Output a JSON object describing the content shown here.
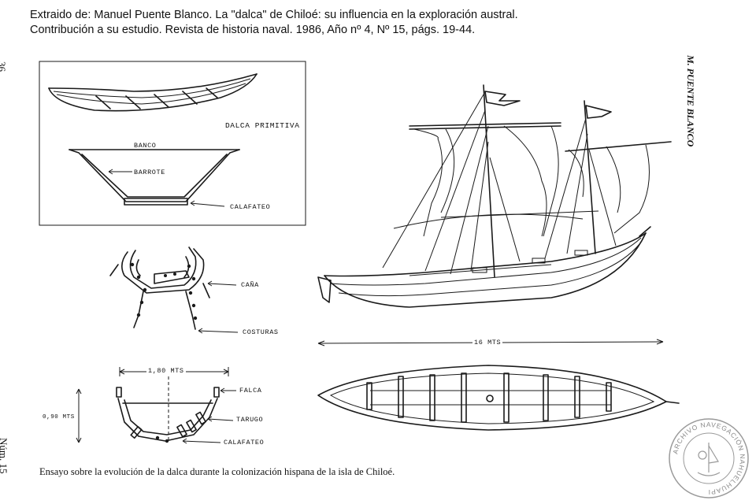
{
  "header": {
    "line1": "Extraido de:  Manuel Puente Blanco. La \"dalca\" de Chiloé: su influencia en la exploración austral.",
    "line2": "Contribución a su estudio. Revista de historia naval. 1986, Año nº 4, Nº 15, págs. 19-44."
  },
  "page_number": "36",
  "running_head": "M. PUENTE BLANCO",
  "issue_label": "Núm. 15",
  "caption": "Ensayo sobre la evolución de la dalca durante la colonización hispana de la isla de Chiloé.",
  "labels": {
    "primitive_title": "DALCA PRIMITIVA",
    "banco": "BANCO",
    "barrote": "BARROTE",
    "calafateo_top": "CALAFATEO",
    "cana": "CAÑA",
    "costuras": "COSTURAS",
    "width": "1,80 MTS",
    "height": "0,90 MTS",
    "falca": "FALCA",
    "tarugo": "TARUGO",
    "calafateo_bottom": "CALAFATEO",
    "length": "16 MTS"
  },
  "seal": {
    "text": "ARCHIVO NAVEGACIÓN NAHUELHUAPI"
  }
}
